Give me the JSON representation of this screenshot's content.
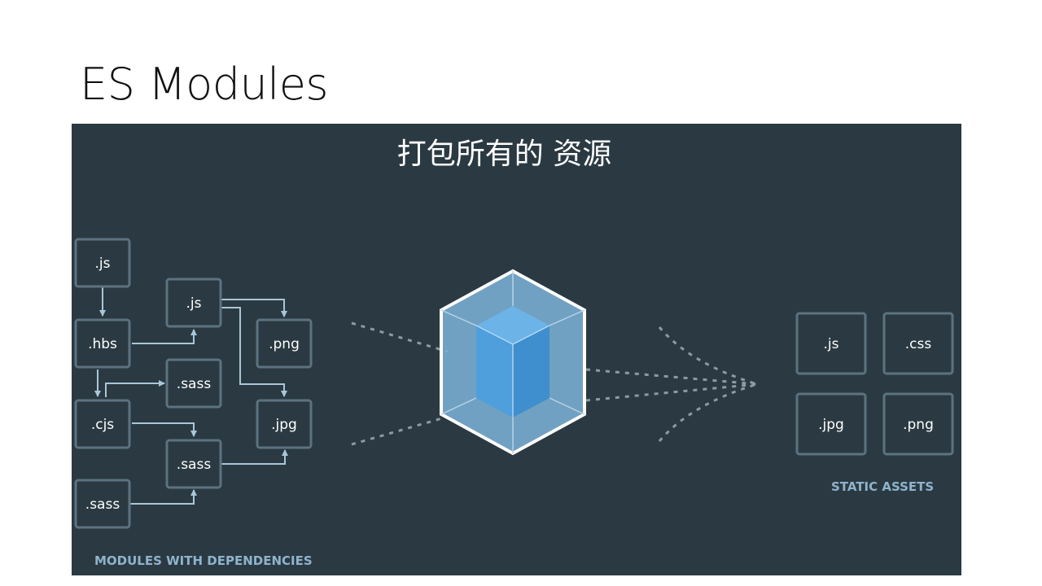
{
  "slide": {
    "title": "ES Modules"
  },
  "panel": {
    "heading": "打包所有的 资源"
  },
  "modules": {
    "caption": "MODULES WITH DEPENDENCIES",
    "items": [
      ".js",
      ".js",
      ".hbs",
      ".png",
      ".sass",
      ".cjs",
      ".jpg",
      ".sass",
      ".sass"
    ]
  },
  "assets": {
    "caption": "STATIC ASSETS",
    "items": [
      ".js",
      ".css",
      ".jpg",
      ".png"
    ]
  },
  "colors": {
    "panel_bg": "#2b3a42",
    "box_border": "#5d7280",
    "arrow": "#a9c7d8",
    "caption": "#8fb3cc",
    "cube_outer": "#7bafd4",
    "cube_inner": "#4f9fdc"
  }
}
